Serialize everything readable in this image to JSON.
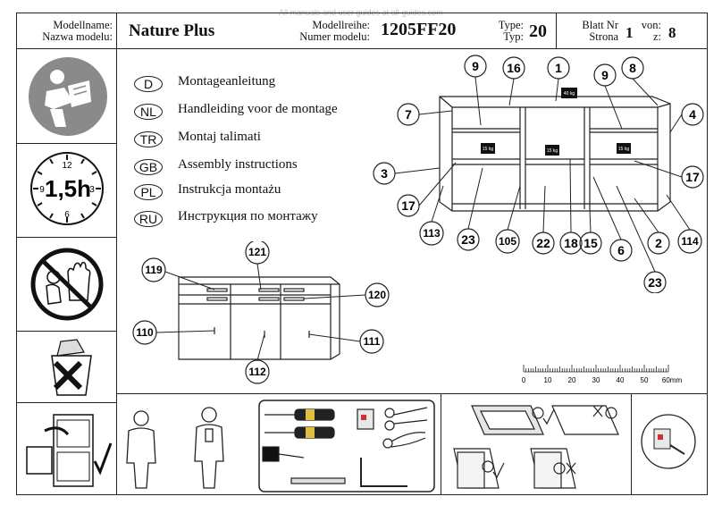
{
  "watermark": "All manuals and user guides at all-guides.com",
  "header": {
    "model_name_label_de": "Modellname:",
    "model_name_label_pl": "Nazwa modelu:",
    "model_name": "Nature Plus",
    "series_label_de": "Modellreihe:",
    "series_label_pl": "Numer modelu:",
    "series": "1205FF20",
    "type_label_de": "Type:",
    "type_label_pl": "Typ:",
    "type": "20",
    "sheet_label_de": "Blatt Nr",
    "sheet_label_pl": "Strona",
    "sheet": "1",
    "of_label_de": "von:",
    "of_label_pl": "z:",
    "of": "8"
  },
  "sidebar": {
    "clock_hours": "1,5h",
    "clock_numbers": [
      "12",
      "3",
      "6",
      "9"
    ]
  },
  "languages": [
    {
      "code": "D",
      "text": "Montageanleitung"
    },
    {
      "code": "NL",
      "text": "Handleiding voor de montage"
    },
    {
      "code": "TR",
      "text": "Montaj  talimati"
    },
    {
      "code": "GB",
      "text": "Assembly instructions"
    },
    {
      "code": "PL",
      "text": "Instrukcja montażu"
    },
    {
      "code": "RU",
      "text": "Инструкция по монтажу"
    }
  ],
  "callouts_top": [
    "9",
    "16",
    "1",
    "9",
    "8",
    "7",
    "4",
    "3",
    "17",
    "17",
    "113",
    "23",
    "105",
    "22",
    "18",
    "15",
    "6",
    "2",
    "114",
    "23"
  ],
  "callouts_bottom": [
    "119",
    "121",
    "120",
    "110",
    "111",
    "112"
  ],
  "weights": [
    "40 kg",
    "15 kg",
    "15 kg",
    "15 kg"
  ],
  "ruler": {
    "labels": [
      "0",
      "10",
      "20",
      "30",
      "40",
      "50",
      "60mm"
    ]
  }
}
